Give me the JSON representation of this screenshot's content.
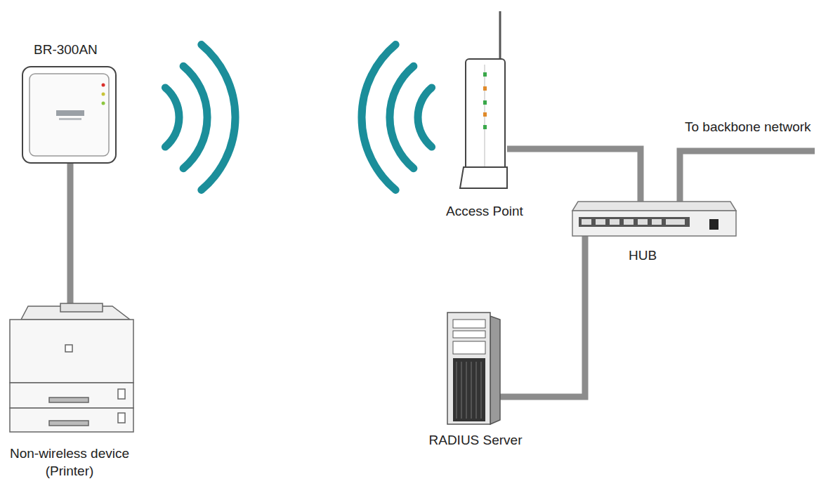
{
  "diagram": {
    "nodes": [
      {
        "text": [
          "BR-300AN"
        ]
      },
      {
        "text": [
          "Access Point"
        ]
      },
      {
        "text": [
          "HUB"
        ]
      },
      {
        "text": [
          "Non-wireless device (Printer)"
        ]
      },
      {
        "text": [
          "RADIUS Server"
        ]
      }
    ],
    "edges": [
      {
        "from": 0,
        "to": 3,
        "arrow": "none"
      },
      {
        "from": 1,
        "to": 2,
        "arrow": "none"
      },
      {
        "from": 4,
        "to": 2,
        "arrow": "none"
      }
    ],
    "labels": [
      "To backbone network"
    ]
  }
}
